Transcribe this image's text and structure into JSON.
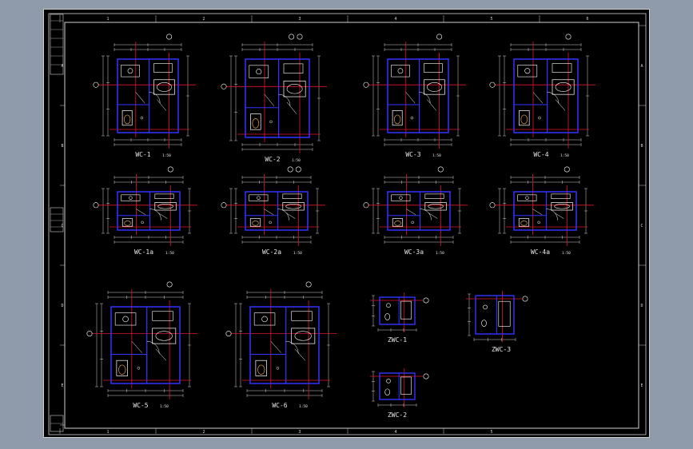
{
  "colors": {
    "background": "#8f9aab",
    "sheet": "#000000",
    "frame": "#d0d0d0",
    "wall_red": "#e0192a",
    "wall_blue": "#3434ff",
    "fixture_white": "#ffffff",
    "dimension_green": "#cfcfcf",
    "fixture_orange": "#e0a040"
  },
  "grid_zones": {
    "top": [
      "1",
      "2",
      "3",
      "4",
      "5",
      "6"
    ],
    "bottom": [
      "1",
      "2",
      "3",
      "4",
      "5"
    ],
    "side": [
      "A",
      "B",
      "C",
      "D",
      "E"
    ]
  },
  "plans": [
    {
      "label": "WC-1",
      "scale": "1:50"
    },
    {
      "label": "WC-2",
      "scale": "1:50"
    },
    {
      "label": "WC-3",
      "scale": "1:50"
    },
    {
      "label": "WC-4",
      "scale": "1:50"
    },
    {
      "label": "WC-1a",
      "scale": "1:50"
    },
    {
      "label": "WC-2a",
      "scale": "1:50"
    },
    {
      "label": "WC-3a",
      "scale": "1:50"
    },
    {
      "label": "WC-4a",
      "scale": "1:50"
    },
    {
      "label": "WC-5",
      "scale": "1:50"
    },
    {
      "label": "WC-6",
      "scale": "1:50"
    },
    {
      "label": "ZWC-1",
      "scale": ""
    },
    {
      "label": "ZWC-2",
      "scale": ""
    },
    {
      "label": "ZWC-3",
      "scale": ""
    }
  ]
}
